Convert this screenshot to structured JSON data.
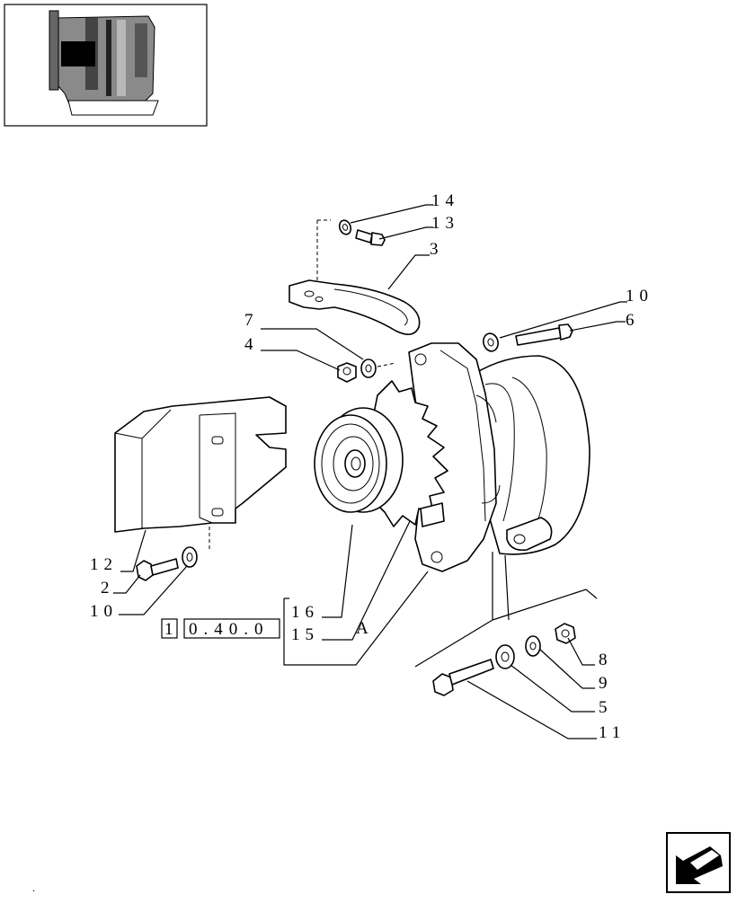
{
  "callouts": {
    "c14": "14",
    "c13": "13",
    "c3": "3",
    "c10_top": "10",
    "c6": "6",
    "c7": "7",
    "c4": "4",
    "c12": "12",
    "c2": "2",
    "c10_left": "10",
    "c16": "16",
    "c15": "15",
    "cA": "A",
    "c8": "8",
    "c9": "9",
    "c5": "5",
    "c11": "11"
  },
  "reference": {
    "box1": "1",
    "box2": "0.40.0"
  },
  "footer_mark": "."
}
